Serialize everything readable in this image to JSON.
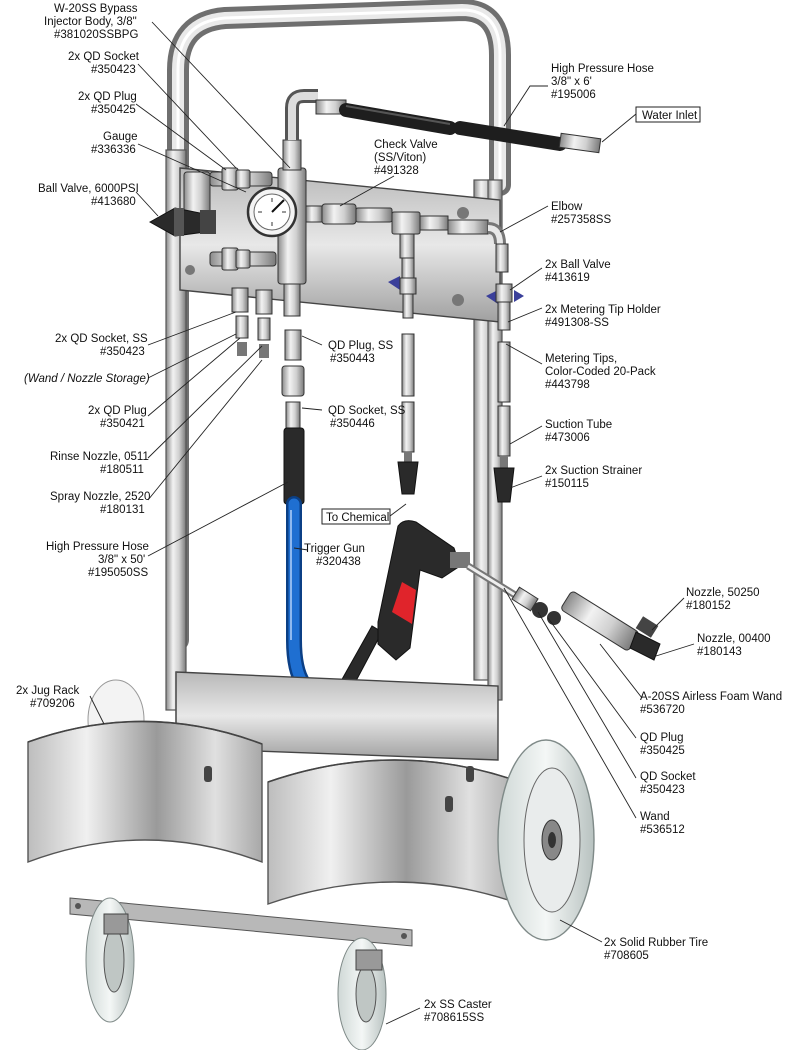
{
  "diagram": {
    "labels": {
      "injector": [
        "W-20SS Bypass",
        "Injector Body, 3/8\"",
        "#381020SSBPG"
      ],
      "qd_socket_top": [
        "2x QD Socket",
        "#350423"
      ],
      "qd_plug_top": [
        "2x QD Plug",
        "#350425"
      ],
      "gauge": [
        "Gauge",
        "#336336"
      ],
      "ball_valve_6000": [
        "Ball Valve, 6000PSI",
        "#413680"
      ],
      "hp_hose_6": [
        "High Pressure Hose",
        "3/8\" x 6'",
        "#195006"
      ],
      "water_inlet": "Water Inlet",
      "check_valve": [
        "Check Valve",
        "(SS/Viton)",
        "#491328"
      ],
      "elbow": [
        "Elbow",
        "#257358SS"
      ],
      "ball_valve_2x": [
        "2x Ball Valve",
        "#413619"
      ],
      "metering_tip_holder": [
        "2x Metering Tip Holder",
        "#491308-SS"
      ],
      "metering_tips": [
        "Metering Tips,",
        "Color-Coded 20-Pack",
        "#443798"
      ],
      "suction_tube": [
        "Suction Tube",
        "#473006"
      ],
      "suction_strainer": [
        "2x Suction Strainer",
        "#150115"
      ],
      "to_chemical": "To Chemical",
      "qd_socket_ss_2x": [
        "2x QD Socket, SS",
        "#350423"
      ],
      "wand_nozzle_storage": "(Wand / Nozzle Storage)",
      "qd_plug_2x": [
        "2x QD Plug",
        "#350421"
      ],
      "qd_plug_ss": [
        "QD Plug, SS",
        "#350443"
      ],
      "qd_socket_ss": [
        "QD Socket, SS",
        "#350446"
      ],
      "rinse_nozzle": [
        "Rinse Nozzle, 0511",
        "#180511"
      ],
      "spray_nozzle": [
        "Spray Nozzle, 2520",
        "#180131"
      ],
      "hp_hose_50": [
        "High Pressure Hose",
        "3/8\" x 50'",
        "#195050SS"
      ],
      "trigger_gun": [
        "Trigger Gun",
        "#320438"
      ],
      "nozzle_50250": [
        "Nozzle, 50250",
        "#180152"
      ],
      "nozzle_00400": [
        "Nozzle, 00400",
        "#180143"
      ],
      "foam_wand": [
        "A-20SS Airless Foam Wand",
        "#536720"
      ],
      "qd_plug_wand": [
        "QD Plug",
        "#350425"
      ],
      "qd_socket_wand": [
        "QD Socket",
        "#350423"
      ],
      "wand": [
        "Wand",
        "#536512"
      ],
      "jug_rack": [
        "2x Jug Rack",
        "#709206"
      ],
      "rubber_tire": [
        "2x Solid Rubber Tire",
        "#708605"
      ],
      "caster": [
        "2x SS Caster",
        "#708615SS"
      ]
    },
    "colors": {
      "hose_blue": "#1f6fd1",
      "steel_light": "#e6e6e6",
      "steel_dark": "#8c8c8c",
      "trigger_red": "#e0242b",
      "valve_blue": "#3a3f9a"
    }
  }
}
